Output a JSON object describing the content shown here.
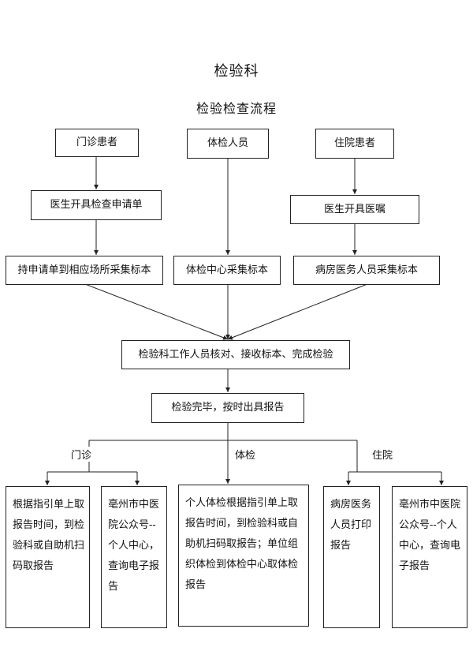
{
  "title": "检验科",
  "subtitle": "检验检查流程",
  "sources": {
    "outpatient": "门诊患者",
    "physical_exam": "体检人员",
    "inpatient": "住院患者"
  },
  "orders": {
    "outpatient": "医生开具检查申请单",
    "inpatient": "医生开具医嘱"
  },
  "collection": {
    "outpatient": "持申请单到相应场所采集标本",
    "physical_exam": "体检中心采集标本",
    "inpatient": "病房医务人员采集标本"
  },
  "lab_process": "检验科工作人员核对、接收标本、完成检验",
  "report_issued": "检验完毕，按时出具报告",
  "branches": {
    "outpatient": "门诊",
    "physical_exam": "体检",
    "inpatient": "住院"
  },
  "reports": {
    "outpatient_onsite": "根据指引单上取报告时间，到检验科或自助机扫码取报告",
    "outpatient_online": "亳州市中医院公众号--个人中心，查询电子报告",
    "physical_exam": "个人体检根据指引单上取报告时间，到检验科或自助机扫码取报告；单位组织体检到体检中心取体检报告",
    "inpatient_print": "病房医务人员打印报告",
    "inpatient_online": "亳州市中医院公众号--个人中心，查询电子报告"
  }
}
